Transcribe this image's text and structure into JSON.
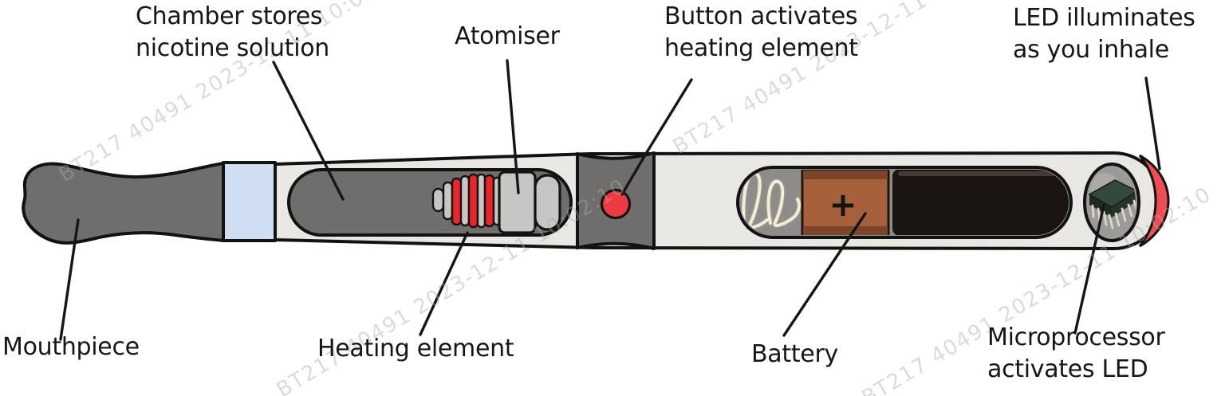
{
  "labels": {
    "chamber": {
      "line1": "Chamber stores",
      "line2": "nicotine solution"
    },
    "atomiser": {
      "line1": "Atomiser"
    },
    "button": {
      "line1": "Button activates",
      "line2": "heating element"
    },
    "led": {
      "line1": "LED illuminates",
      "line2": "as you inhale"
    },
    "mouthpiece": {
      "line1": "Mouthpiece"
    },
    "heating_element": {
      "line1": "Heating element"
    },
    "battery": {
      "line1": "Battery",
      "plus_symbol": "+"
    },
    "microprocessor": {
      "line1": "Microprocessor",
      "line2": "activates LED"
    }
  },
  "watermark": {
    "text": "BT217 40491 2023-12-11 10:02:10"
  },
  "colors": {
    "background": "#ffffff",
    "outline": "#121212",
    "dark_gray": "#6f6e6c",
    "body_light_gray": "#e8e7e4",
    "blue_band": "#cfdef1",
    "red_button": "#ee3a41",
    "red_coil": "#e9252b",
    "red_led": "#f04d52",
    "battery_window_gray": "#8e8c8a",
    "battery_brown": "#a5613b",
    "battery_brown_dark": "#7c452b",
    "battery_black": "#1b1511",
    "component_gray": "#c7c6c4",
    "spring_cream": "#f1ecdc",
    "chip_green": "#33493b"
  }
}
